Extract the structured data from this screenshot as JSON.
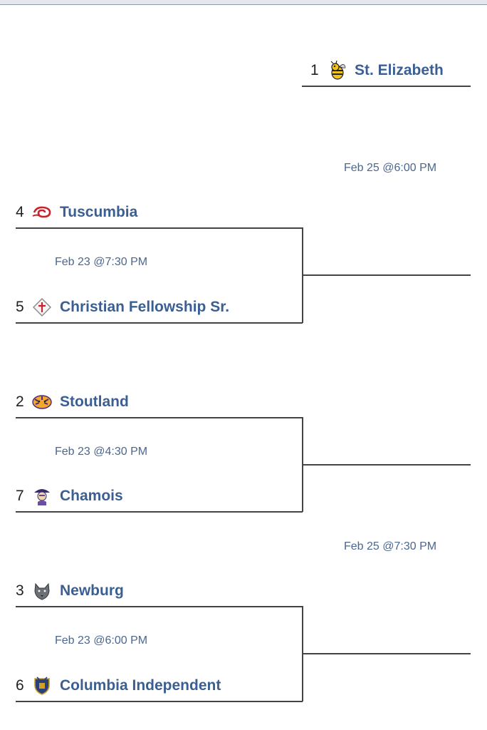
{
  "top_seed": {
    "seed": "1",
    "name": "St. Elizabeth",
    "logo": "hornet-icon"
  },
  "semis": [
    {
      "date": "Feb 25 @6:00 PM"
    },
    {
      "date": "Feb 25 @7:30 PM"
    }
  ],
  "matchups": [
    {
      "date": "Feb 23 @7:30 PM",
      "top": {
        "seed": "4",
        "name": "Tuscumbia",
        "logo": "tornado-icon"
      },
      "bottom": {
        "seed": "5",
        "name": "Christian Fellowship Sr.",
        "logo": "diamond-cross-icon"
      }
    },
    {
      "date": "Feb 23 @4:30 PM",
      "top": {
        "seed": "2",
        "name": "Stoutland",
        "logo": "tiger-icon"
      },
      "bottom": {
        "seed": "7",
        "name": "Chamois",
        "logo": "pirate-icon"
      }
    },
    {
      "date": "Feb 23 @6:00 PM",
      "top": {
        "seed": "3",
        "name": "Newburg",
        "logo": "wolf-icon"
      },
      "bottom": {
        "seed": "6",
        "name": "Columbia Independent",
        "logo": "crest-icon"
      }
    }
  ]
}
